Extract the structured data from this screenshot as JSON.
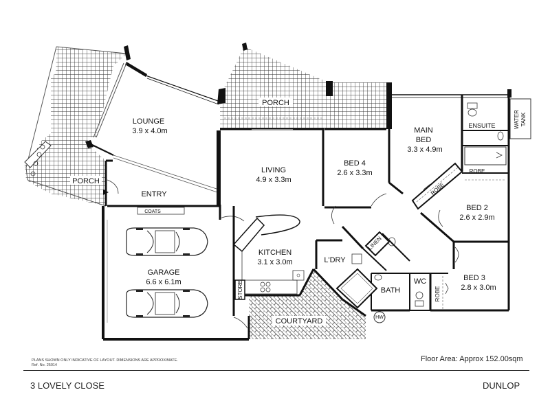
{
  "rooms": {
    "lounge": {
      "name": "LOUNGE",
      "size": "3.9 x 4.0m"
    },
    "porch_top": {
      "name": "PORCH"
    },
    "porch_left": {
      "name": "PORCH"
    },
    "entry": {
      "name": "ENTRY"
    },
    "coats": {
      "name": "COATS"
    },
    "living": {
      "name": "LIVING",
      "size": "4.9 x 3.3m"
    },
    "bed4": {
      "name": "BED 4",
      "size": "2.6 x 3.3m"
    },
    "main_bed": {
      "name": "MAIN",
      "name2": "BED",
      "size": "3.3 x 4.9m"
    },
    "ensuite": {
      "name": "ENSUITE"
    },
    "water_tank": {
      "name": "WATER",
      "name2": "TANK"
    },
    "robe_main": {
      "name": "ROBE"
    },
    "robe_diag": {
      "name": "ROBE"
    },
    "bed2": {
      "name": "BED 2",
      "size": "2.6 x 2.9m"
    },
    "bed3": {
      "name": "BED 3",
      "size": "2.8 x 3.0m"
    },
    "robe_bed3": {
      "name": "ROBE"
    },
    "kitchen": {
      "name": "KITCHEN",
      "size": "3.1 x 3.0m"
    },
    "laundry": {
      "name": "L'DRY"
    },
    "linen": {
      "name": "LINEN"
    },
    "bath": {
      "name": "BATH"
    },
    "wc": {
      "name": "WC"
    },
    "hw": {
      "name": "HW"
    },
    "store": {
      "name": "STORE"
    },
    "garage": {
      "name": "GARAGE",
      "size": "6.6 x 6.1m"
    },
    "courtyard": {
      "name": "COURTYARD"
    }
  },
  "notes": {
    "disclaimer": "PLANS SHOWN ONLY INDICATIVE OF LAYOUT.  DIMENSIONS ARE APPROXIMATE.",
    "ref": "Ref. No. 25014",
    "floor_area": "Floor Area: Approx 152.00sqm"
  },
  "footer": {
    "address": "3 LOVELY CLOSE",
    "suburb": "DUNLOP"
  },
  "colors": {
    "wall": "#111111",
    "hatch": "#333333",
    "background": "#ffffff"
  }
}
